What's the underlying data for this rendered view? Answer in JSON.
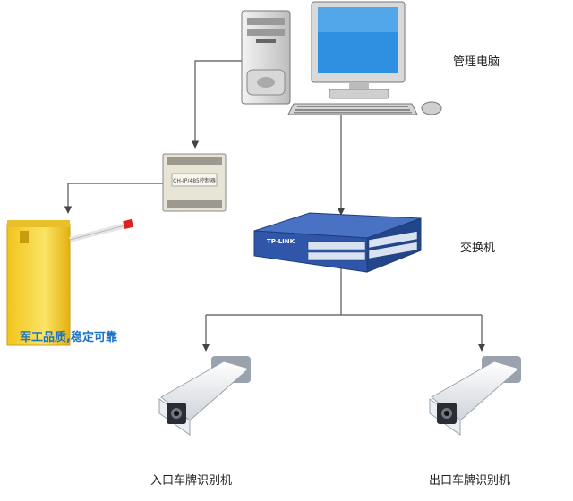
{
  "labels": {
    "computer": "管理电脑",
    "switch": "交换机",
    "entry_camera": "入口车牌识别机",
    "exit_camera": "出口车牌识别机"
  },
  "barrier": {
    "slogan": "军工品质,稳定可靠"
  },
  "controller": {
    "plate_text": "CH-IP/485控制器"
  },
  "switch_brand": "TP-LINK",
  "colors": {
    "switch_body": "#2f56a8",
    "barrier_body": "#f6d23a",
    "arm_tip": "#e02020",
    "connector": "#555555"
  }
}
